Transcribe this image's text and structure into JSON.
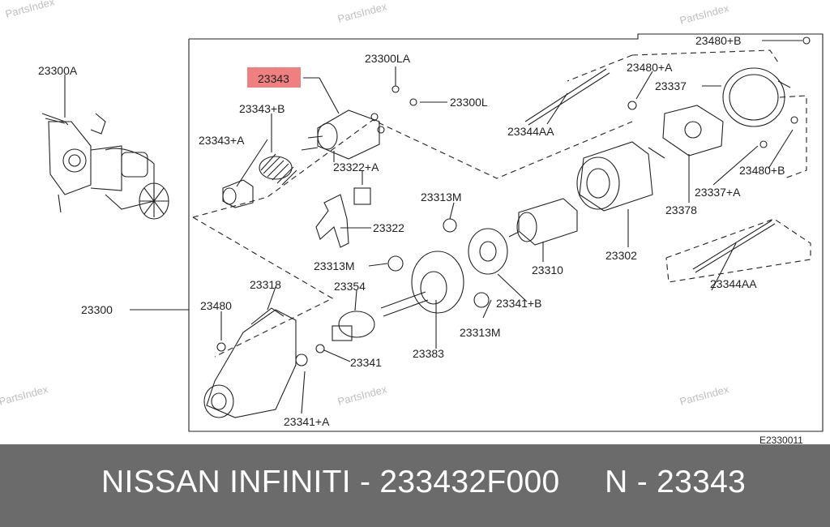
{
  "footer": {
    "text": "NISSAN INFINITI - 233432F000     N - 23343"
  },
  "diagram": {
    "code": "E2330011",
    "watermark": "PartsIndex",
    "highlight_color": "#f08080",
    "labels": {
      "highlighted": "23343",
      "p23300A": "23300A",
      "p23300": "23300",
      "p23300LA": "23300LA",
      "p23300L": "23300L",
      "p23343B": "23343+B",
      "p23343A": "23343+A",
      "p23322A": "23322+A",
      "p23322": "23322",
      "p23313M_a": "23313M",
      "p23313M_b": "23313M",
      "p23313M_c": "23313M",
      "p23318": "23318",
      "p23354": "23354",
      "p23480": "23480",
      "p23341": "23341",
      "p23341A": "23341+A",
      "p23383": "23383",
      "p23341B": "23341+B",
      "p23310": "23310",
      "p23302": "23302",
      "p23344AA_a": "23344AA",
      "p23344AA_b": "23344AA",
      "p23480A": "23480+A",
      "p23480B_top": "23480+B",
      "p23480B": "23480+B",
      "p23337": "23337",
      "p23337A": "23337+A",
      "p23378": "23378"
    }
  }
}
